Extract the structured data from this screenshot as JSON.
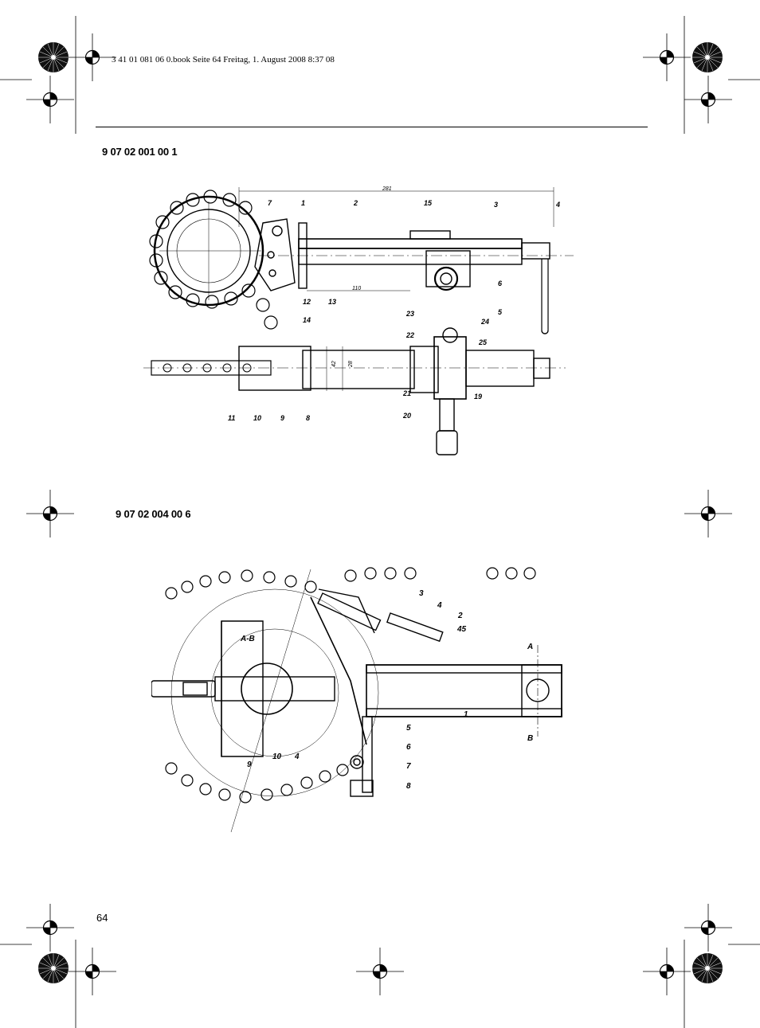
{
  "header": {
    "file_info": "3 41 01 081 06 0.book  Seite 64  Freitag, 1. August 2008  8:37 08"
  },
  "figure1": {
    "part_number": "9 07 02 001 00 1",
    "dim_labels": [
      "281",
      "110",
      "42",
      "28"
    ],
    "callouts": [
      "1",
      "2",
      "3",
      "4",
      "5",
      "6",
      "7",
      "8",
      "9",
      "10",
      "11",
      "12",
      "13",
      "14",
      "15",
      "19",
      "20",
      "21",
      "22",
      "23",
      "24",
      "25"
    ]
  },
  "figure2": {
    "part_number": "9 07 02 004 00 6",
    "section_label": "A-B",
    "section_markers": [
      "A",
      "B"
    ],
    "callouts": [
      "1",
      "2",
      "3",
      "4",
      "45",
      "5",
      "6",
      "7",
      "8",
      "9",
      "10",
      "4"
    ]
  },
  "footer": {
    "page_number": "64"
  }
}
